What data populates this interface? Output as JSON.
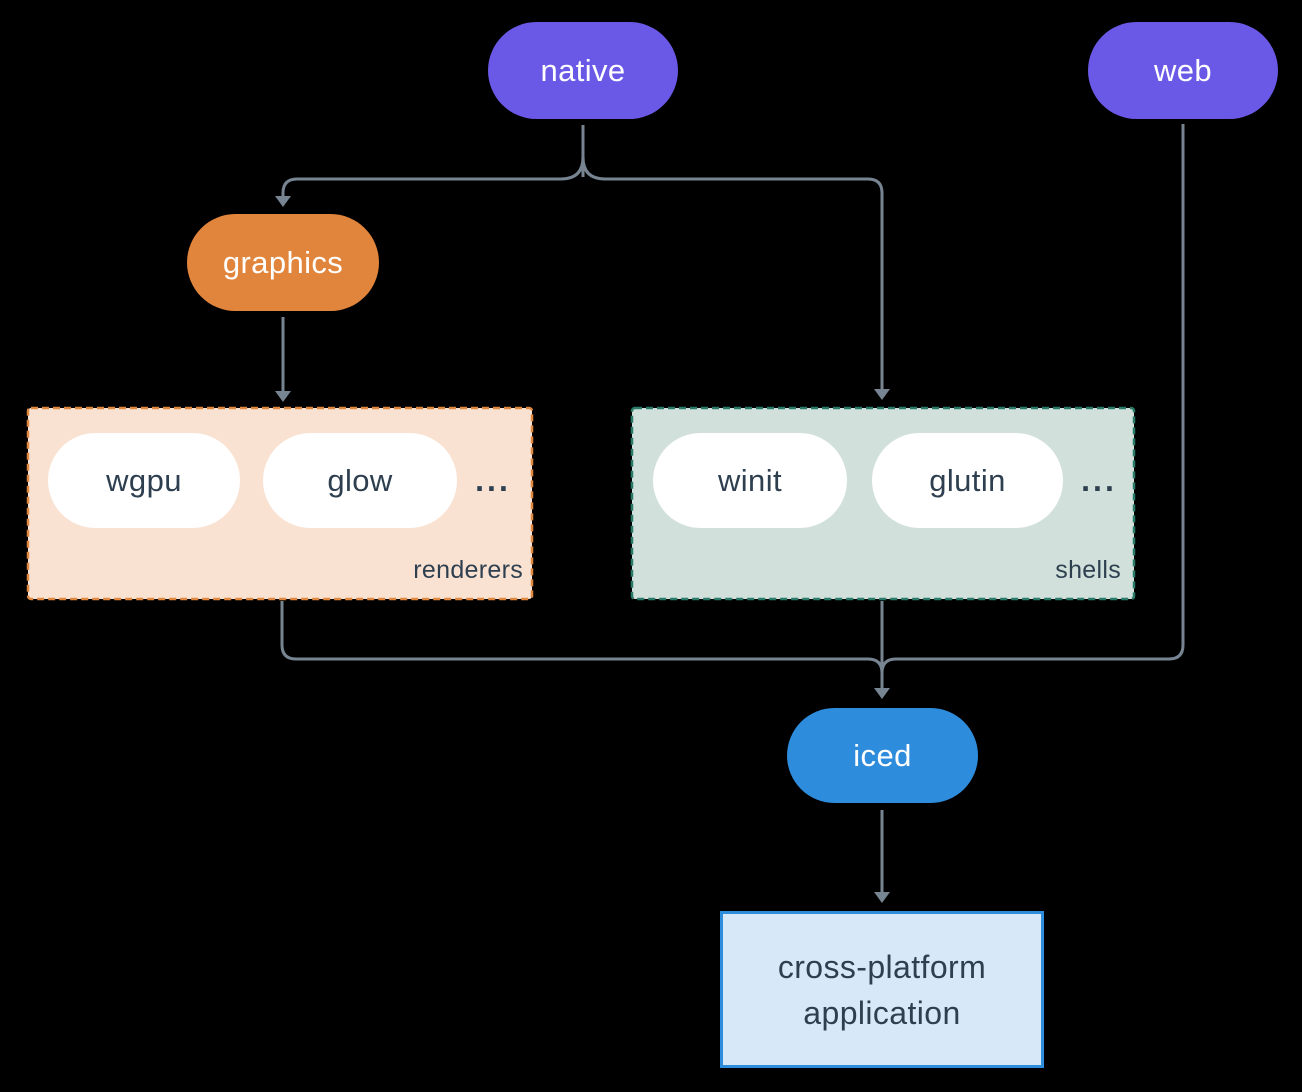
{
  "colors": {
    "background": "#000000",
    "platform_node": "#6A59E6",
    "graphics_node": "#E2853C",
    "iced_node": "#2E8CDC",
    "renderers_box_fill": "#F9E2D2",
    "renderers_box_border": "#E08840",
    "shells_box_fill": "#D1E0DA",
    "shells_box_border": "#2A7A6A",
    "app_box_fill": "#D7E9F9",
    "app_box_border": "#2E8CDC",
    "inner_pill_fill": "#FFFFFF",
    "dark_text": "#2E3F50",
    "light_text": "#FFFFFF",
    "connector": "#778491"
  },
  "nodes": {
    "native": "native",
    "web": "web",
    "graphics": "graphics",
    "iced": "iced"
  },
  "renderers": {
    "items": [
      "wgpu",
      "glow"
    ],
    "ellipsis": "...",
    "caption": "renderers"
  },
  "shells": {
    "items": [
      "winit",
      "glutin"
    ],
    "ellipsis": "...",
    "caption": "shells"
  },
  "application": {
    "line1": "cross-platform",
    "line2": "application"
  }
}
